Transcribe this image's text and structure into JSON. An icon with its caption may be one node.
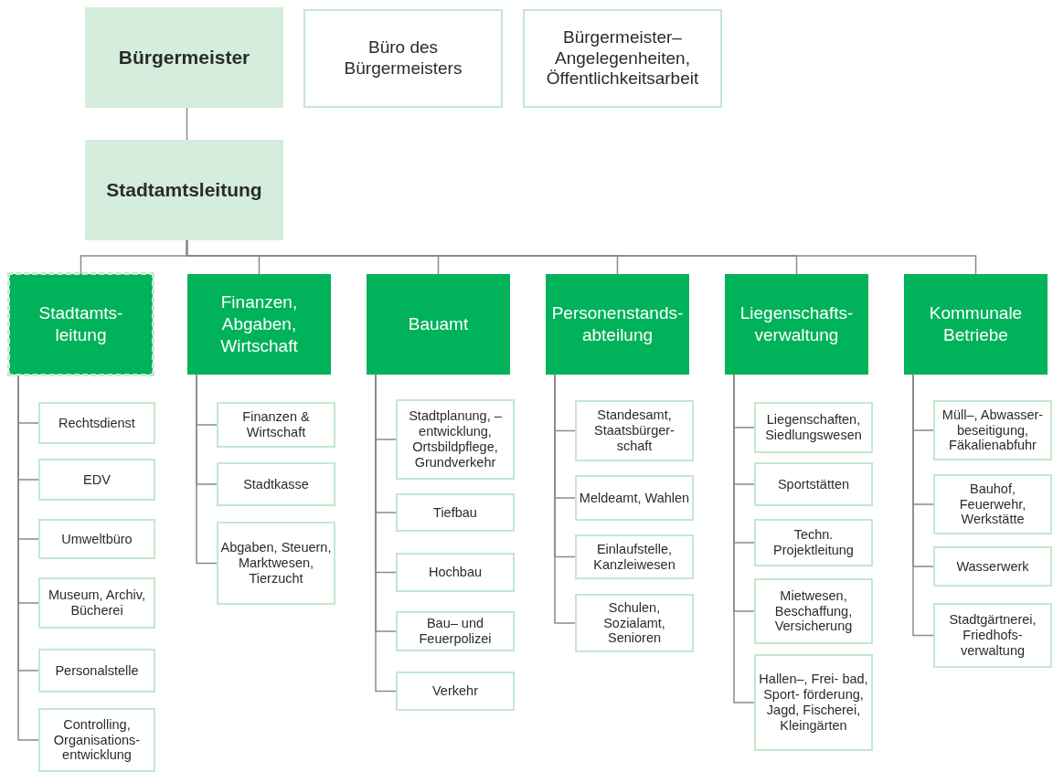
{
  "diagram": {
    "nodes": [
      {
        "text": [
          "Bürgermeister"
        ]
      },
      {
        "text": [
          "Büro des Bürgermeisters"
        ]
      },
      {
        "text": [
          "Bürgermeister– Angelegenheiten, Öffentlichkeitsarbeit"
        ]
      },
      {
        "text": [
          "Stadtamtsleitung"
        ]
      },
      {
        "text": [
          "Stadtamts- leitung"
        ]
      },
      {
        "text": [
          "Rechtsdienst"
        ]
      },
      {
        "text": [
          "EDV"
        ]
      },
      {
        "text": [
          "Umweltbüro"
        ]
      },
      {
        "text": [
          "Museum, Archiv, Bücherei"
        ]
      },
      {
        "text": [
          "Personalstelle"
        ]
      },
      {
        "text": [
          "Controlling, Organisations- entwicklung"
        ]
      },
      {
        "text": [
          "Finanzen, Abgaben, Wirtschaft"
        ]
      },
      {
        "text": [
          "Finanzen & Wirtschaft"
        ]
      },
      {
        "text": [
          "Stadtkasse"
        ]
      },
      {
        "text": [
          "Abgaben, Steuern, Marktwesen, Tierzucht"
        ]
      },
      {
        "text": [
          "Bauamt"
        ]
      },
      {
        "text": [
          "Stadtplanung, –entwicklung, Ortsbildpflege, Grundverkehr"
        ]
      },
      {
        "text": [
          "Tiefbau"
        ]
      },
      {
        "text": [
          "Hochbau"
        ]
      },
      {
        "text": [
          "Bau– und Feuerpolizei"
        ]
      },
      {
        "text": [
          "Verkehr"
        ]
      },
      {
        "text": [
          "Personenstands- abteilung"
        ]
      },
      {
        "text": [
          "Standesamt, Staatsbürger- schaft"
        ]
      },
      {
        "text": [
          "Meldeamt, Wahlen"
        ]
      },
      {
        "text": [
          "Einlaufstelle, Kanzleiwesen"
        ]
      },
      {
        "text": [
          "Schulen, Sozialamt, Senioren"
        ]
      },
      {
        "text": [
          "Liegenschafts- verwaltung"
        ]
      },
      {
        "text": [
          "Liegenschaften, Siedlungswesen"
        ]
      },
      {
        "text": [
          "Sportstätten"
        ]
      },
      {
        "text": [
          "Techn. Projektleitung"
        ]
      },
      {
        "text": [
          "Mietwesen, Beschaffung, Versicherung"
        ]
      },
      {
        "text": [
          "Hallen–, Frei- bad, Sport- förderung, Jagd, Fischerei, Kleingärten"
        ]
      },
      {
        "text": [
          "Kommunale Betriebe"
        ]
      },
      {
        "text": [
          "Müll–, Abwasser- beseitigung, Fäkalienabfuhr"
        ]
      },
      {
        "text": [
          "Bauhof, Feuerwehr, Werkstätte"
        ]
      },
      {
        "text": [
          "Wasserwerk"
        ]
      },
      {
        "text": [
          "Stadtgärtnerei, Friedhofs- verwaltung"
        ]
      }
    ],
    "edges": [
      {
        "from": 0,
        "to": 3,
        "arrow": "none"
      },
      {
        "from": 3,
        "to": 4,
        "arrow": "none"
      },
      {
        "from": 3,
        "to": 11,
        "arrow": "none"
      },
      {
        "from": 3,
        "to": 15,
        "arrow": "none"
      },
      {
        "from": 3,
        "to": 21,
        "arrow": "none"
      },
      {
        "from": 3,
        "to": 26,
        "arrow": "none"
      },
      {
        "from": 3,
        "to": 32,
        "arrow": "none"
      },
      {
        "from": 4,
        "to": 5,
        "arrow": "none"
      },
      {
        "from": 4,
        "to": 6,
        "arrow": "none"
      },
      {
        "from": 4,
        "to": 7,
        "arrow": "none"
      },
      {
        "from": 4,
        "to": 8,
        "arrow": "none"
      },
      {
        "from": 4,
        "to": 9,
        "arrow": "none"
      },
      {
        "from": 4,
        "to": 10,
        "arrow": "none"
      },
      {
        "from": 11,
        "to": 12,
        "arrow": "none"
      },
      {
        "from": 11,
        "to": 13,
        "arrow": "none"
      },
      {
        "from": 11,
        "to": 14,
        "arrow": "none"
      },
      {
        "from": 15,
        "to": 16,
        "arrow": "none"
      },
      {
        "from": 15,
        "to": 17,
        "arrow": "none"
      },
      {
        "from": 15,
        "to": 18,
        "arrow": "none"
      },
      {
        "from": 15,
        "to": 19,
        "arrow": "none"
      },
      {
        "from": 15,
        "to": 20,
        "arrow": "none"
      },
      {
        "from": 21,
        "to": 22,
        "arrow": "none"
      },
      {
        "from": 21,
        "to": 23,
        "arrow": "none"
      },
      {
        "from": 21,
        "to": 24,
        "arrow": "none"
      },
      {
        "from": 21,
        "to": 25,
        "arrow": "none"
      },
      {
        "from": 26,
        "to": 27,
        "arrow": "none"
      },
      {
        "from": 26,
        "to": 28,
        "arrow": "none"
      },
      {
        "from": 26,
        "to": 29,
        "arrow": "none"
      },
      {
        "from": 26,
        "to": 30,
        "arrow": "none"
      },
      {
        "from": 26,
        "to": 31,
        "arrow": "none"
      },
      {
        "from": 32,
        "to": 33,
        "arrow": "none"
      },
      {
        "from": 32,
        "to": 34,
        "arrow": "none"
      },
      {
        "from": 32,
        "to": 35,
        "arrow": "none"
      },
      {
        "from": 32,
        "to": 36,
        "arrow": "none"
      }
    ]
  }
}
